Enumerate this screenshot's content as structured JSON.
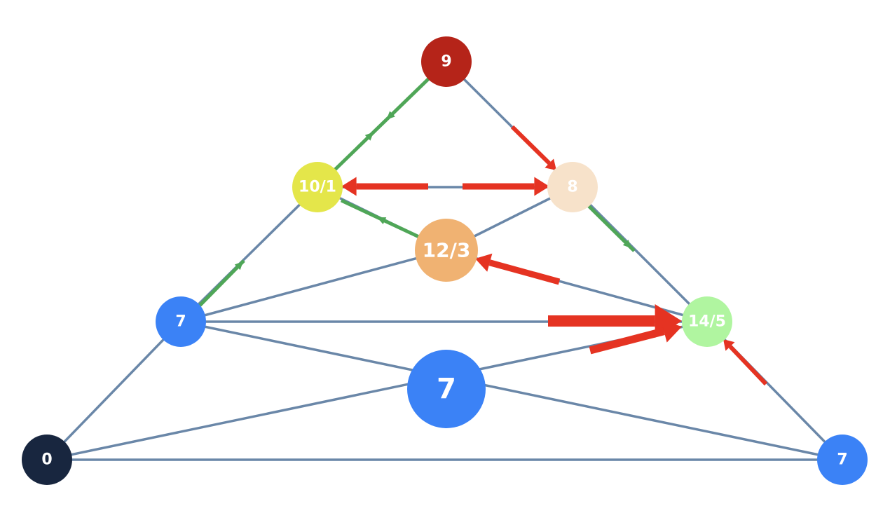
{
  "nodes": [
    {
      "id": "top",
      "label": "9",
      "color": "#b52419"
    },
    {
      "id": "upper-left",
      "label": "10/1",
      "color": "#e4e64a"
    },
    {
      "id": "upper-right",
      "label": "8",
      "color": "#f7e2ca"
    },
    {
      "id": "center-upper",
      "label": "12/3",
      "color": "#f0b272"
    },
    {
      "id": "mid-left",
      "label": "7",
      "color": "#3b82f6"
    },
    {
      "id": "mid-right",
      "label": "14/5",
      "color": "#b0f5a0"
    },
    {
      "id": "center-lower",
      "label": "7",
      "color": "#3b82f6"
    },
    {
      "id": "bottom-left",
      "label": "0",
      "color": "#18263f"
    },
    {
      "id": "bottom-right",
      "label": "7",
      "color": "#3b82f6"
    }
  ],
  "edges": [
    [
      "top",
      "upper-left"
    ],
    [
      "top",
      "upper-right"
    ],
    [
      "upper-left",
      "upper-right"
    ],
    [
      "upper-left",
      "mid-left"
    ],
    [
      "upper-left",
      "center-upper"
    ],
    [
      "upper-right",
      "center-upper"
    ],
    [
      "upper-right",
      "mid-right"
    ],
    [
      "mid-left",
      "center-upper"
    ],
    [
      "mid-left",
      "mid-right"
    ],
    [
      "mid-left",
      "bottom-left"
    ],
    [
      "mid-left",
      "bottom-right"
    ],
    [
      "center-upper",
      "mid-right"
    ],
    [
      "bottom-left",
      "mid-right"
    ],
    [
      "bottom-left",
      "bottom-right"
    ],
    [
      "mid-right",
      "bottom-right"
    ]
  ],
  "colors": {
    "edge": "#6a87a8",
    "green_arrow": "#4fa657",
    "red_arrow": "#e53322"
  }
}
